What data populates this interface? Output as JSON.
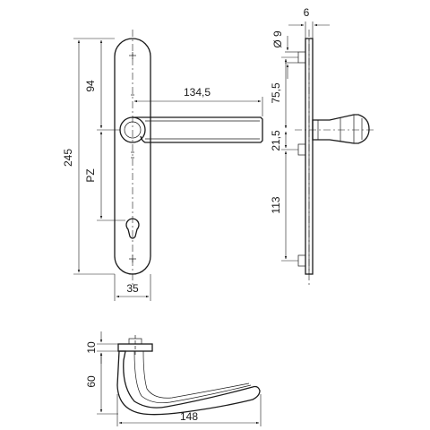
{
  "dimensions": {
    "plate_length": "245",
    "handle_axis_from_top": "94",
    "backset": "PZ",
    "lever_length": "134,5",
    "plate_width": "35",
    "plate_thickness": "6",
    "hole_diameter": "Ø 9",
    "upper_hole_spacing": "75,5",
    "axis_offset": "21,5",
    "lower_hole_spacing": "113",
    "rose_height": "10",
    "lever_depth": "60",
    "lever_projection": "148"
  }
}
